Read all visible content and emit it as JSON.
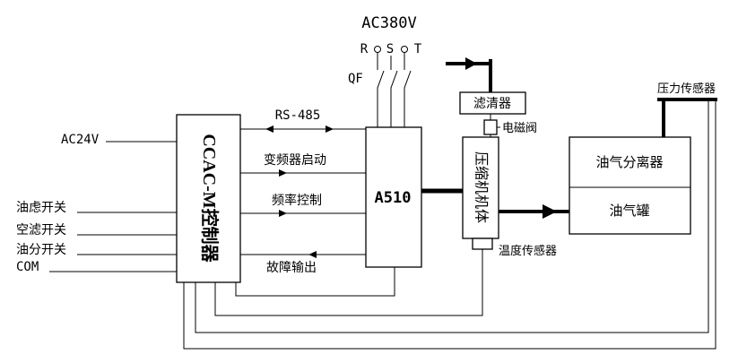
{
  "diagram": {
    "power": {
      "supply": "AC380V",
      "phase_r": "R",
      "phase_s": "S",
      "phase_t": "T",
      "breaker": "QF"
    },
    "controller": {
      "name": "CCAC-M控制器",
      "inputs": {
        "ac24v": "AC24V",
        "oil_filter": "油虑开关",
        "air_filter": "空滤开关",
        "oil_separator": "油分开关",
        "com": "COM"
      }
    },
    "inverter": {
      "name": "A510"
    },
    "signals": {
      "rs485": "RS-485",
      "inverter_start": "变频器启动",
      "frequency_control": "频率控制",
      "fault_output": "故障输出"
    },
    "devices": {
      "filter": "滤清器",
      "solenoid_valve": "电磁阀",
      "compressor": "压缩机机体",
      "temperature_sensor": "温度传感器",
      "separator": "油气分离器",
      "tank": "油气罐",
      "pressure_sensor": "压力传感器"
    },
    "colors": {
      "line": "#000000",
      "background": "#ffffff"
    }
  }
}
